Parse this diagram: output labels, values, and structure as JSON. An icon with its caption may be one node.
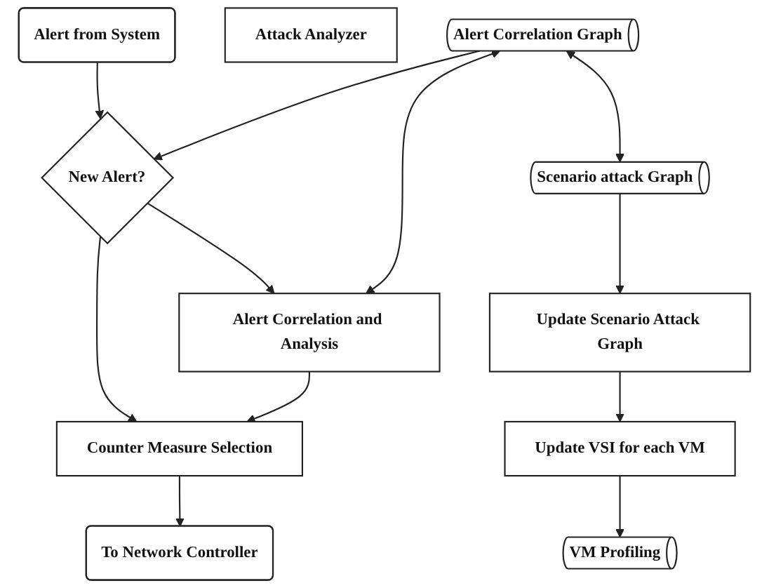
{
  "diagram": {
    "nodes": [
      {
        "text": [
          "Alert from System"
        ]
      },
      {
        "text": [
          "Attack Analyzer"
        ]
      },
      {
        "text": [
          "New Alert?"
        ]
      },
      {
        "text": [
          "Counter Measure Selection"
        ]
      },
      {
        "text": [
          "To Network Controller"
        ]
      },
      {
        "text": [
          "Alert Correlation Graph"
        ]
      },
      {
        "text": [
          "Alert Correlation and Analysis"
        ]
      },
      {
        "text": [
          "VM Profiling"
        ]
      },
      {
        "text": [
          "Scenario attack Graph"
        ]
      },
      {
        "text": [
          "Update Scenario Attack Graph"
        ]
      },
      {
        "text": [
          "Update VSI for each VM"
        ]
      }
    ],
    "edges": [
      {
        "from": 0,
        "to": 2,
        "arrow": "to"
      },
      {
        "from": 2,
        "to": 3,
        "arrow": "to"
      },
      {
        "from": 3,
        "to": 4,
        "arrow": "to"
      },
      {
        "from": 5,
        "to": 2,
        "arrow": "to"
      },
      {
        "from": 2,
        "to": 6,
        "arrow": "to"
      },
      {
        "from": 5,
        "to": 6,
        "arrow": "both"
      },
      {
        "from": 6,
        "to": 3,
        "arrow": "to"
      },
      {
        "from": 5,
        "to": 8,
        "arrow": "both"
      },
      {
        "from": 8,
        "to": 9,
        "arrow": "to"
      },
      {
        "from": 9,
        "to": 10,
        "arrow": "to"
      },
      {
        "from": 10,
        "to": 7,
        "arrow": "to"
      }
    ]
  }
}
